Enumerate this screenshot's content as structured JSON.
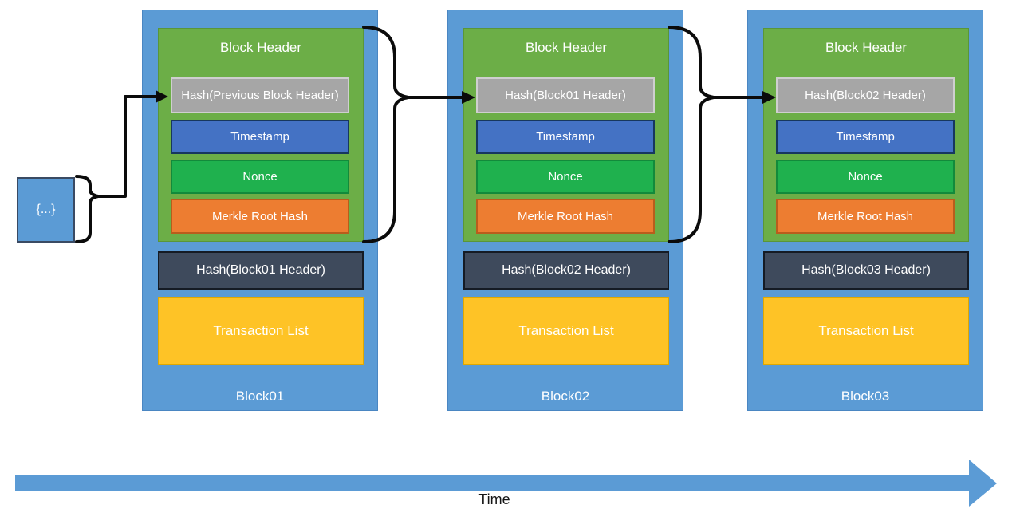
{
  "diagram": {
    "genesis_label": "{...}",
    "blocks": [
      {
        "name": "Block01",
        "header_title": "Block Header",
        "rows": {
          "prev_hash": "Hash(Previous Block Header)",
          "timestamp": "Timestamp",
          "nonce": "Nonce",
          "merkle": "Merkle Root Hash"
        },
        "hash_label": "Hash(Block01 Header)",
        "tx_label": "Transaction List"
      },
      {
        "name": "Block02",
        "header_title": "Block Header",
        "rows": {
          "prev_hash": "Hash(Block01 Header)",
          "timestamp": "Timestamp",
          "nonce": "Nonce",
          "merkle": "Merkle Root Hash"
        },
        "hash_label": "Hash(Block02 Header)",
        "tx_label": "Transaction List"
      },
      {
        "name": "Block03",
        "header_title": "Block Header",
        "rows": {
          "prev_hash": "Hash(Block02 Header)",
          "timestamp": "Timestamp",
          "nonce": "Nonce",
          "merkle": "Merkle Root Hash"
        },
        "hash_label": "Hash(Block03 Header)",
        "tx_label": "Transaction List"
      }
    ],
    "time_label": "Time",
    "colors": {
      "block_container": "#5b9bd5",
      "block_header": "#6cae47",
      "prev_hash_row": "#a6a6a6",
      "timestamp_row": "#4472c4",
      "nonce_row": "#1fb14e",
      "merkle_row": "#ed7d31",
      "hash_box": "#3e4a5c",
      "transaction_box": "#fec326",
      "connector": "#0b0b0b",
      "time_arrow": "#5b9bd5",
      "text": "#ffffff"
    }
  }
}
